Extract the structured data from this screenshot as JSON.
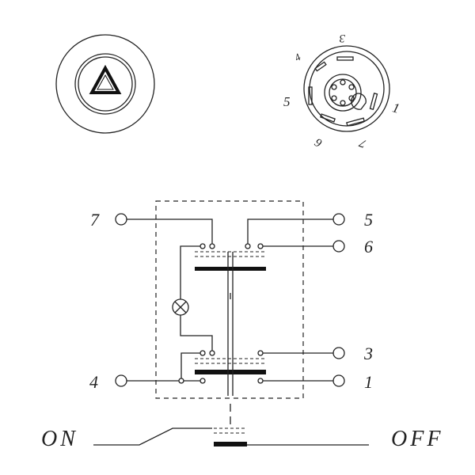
{
  "connector": {
    "pin_labels": [
      "3",
      "4",
      "5",
      "1",
      "6",
      "7"
    ]
  },
  "schematic": {
    "terminals": {
      "t7": "7",
      "t5": "5",
      "t6": "6",
      "t3": "3",
      "t4": "4",
      "t1": "1"
    },
    "positions": {
      "on": "ON",
      "off": "OFF"
    }
  },
  "icons": {
    "button": "hazard-triangle-icon",
    "lamp": "indicator-lamp-icon"
  }
}
